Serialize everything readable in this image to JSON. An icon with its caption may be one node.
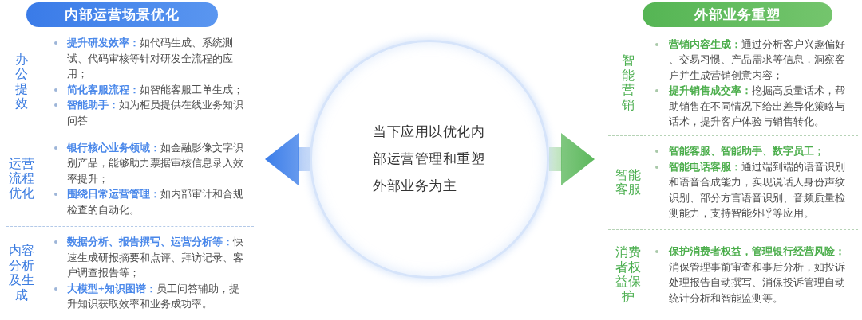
{
  "diagram": {
    "nodes": [
      {
        "text": [
          "内部运营场景优化"
        ]
      },
      {
        "text": [
          "办公提效",
          "**提升研发效率：**如代码生成、系统测试、代码审核等针对研发全流程的应用；",
          "**简化客服流程：**如智能客服工单生成；",
          "**智能助手：**如为柜员提供在线业务知识问答"
        ]
      },
      {
        "text": [
          "运营流程优化",
          "**银行核心业务领域：**如金融影像文字识别产品，能够助力票据审核信息录入效率提升；",
          "**围绕日常运营管理：**如内部审计和合规检查的自动化。"
        ]
      },
      {
        "text": [
          "内容分析及生成",
          "**数据分析、报告撰写、运营分析等：**快速生成研报摘要和点评、拜访记录、客户调查报告等；",
          "**大模型+知识图谱：**员工问答辅助，提升知识获取效率和业务成功率。"
        ]
      },
      {
        "text": [
          "当下应用以优化内部运营管理和重塑外部业务为主"
        ]
      },
      {
        "text": [
          "外部业务重塑"
        ]
      },
      {
        "text": [
          "智能营销",
          "**营销内容生成：**通过分析客户兴趣偏好、交易习惯、产品需求等信息，洞察客户并生成营销创意内容；",
          "**提升销售成交率：**挖掘高质量话术，帮助销售在不同情况下给出差异化策略与话术，提升客户体验与销售转化。"
        ]
      },
      {
        "text": [
          "智能客服",
          "智能客服、智能助手、数字员工；",
          "**智能电话客服：**通过端到端的语音识别和语音合成能力，实现说话人身份声纹识别、部分方言语音识别、音频质量检测能力，支持智能外呼等应用。"
        ]
      },
      {
        "text": [
          "消费者权益保护",
          "**保护消费者权益，管理银行经营风险：**消保管理事前审查和事后分析，如投诉处理报告自动撰写、消保投诉管理自动统计分析和智能监测等。"
        ]
      }
    ],
    "edges": [
      {
        "from": 4,
        "to": 2,
        "arrow": "to",
        "color": "#3b7de9"
      },
      {
        "from": 4,
        "to": 7,
        "arrow": "to",
        "color": "#5cb85c"
      }
    ]
  }
}
